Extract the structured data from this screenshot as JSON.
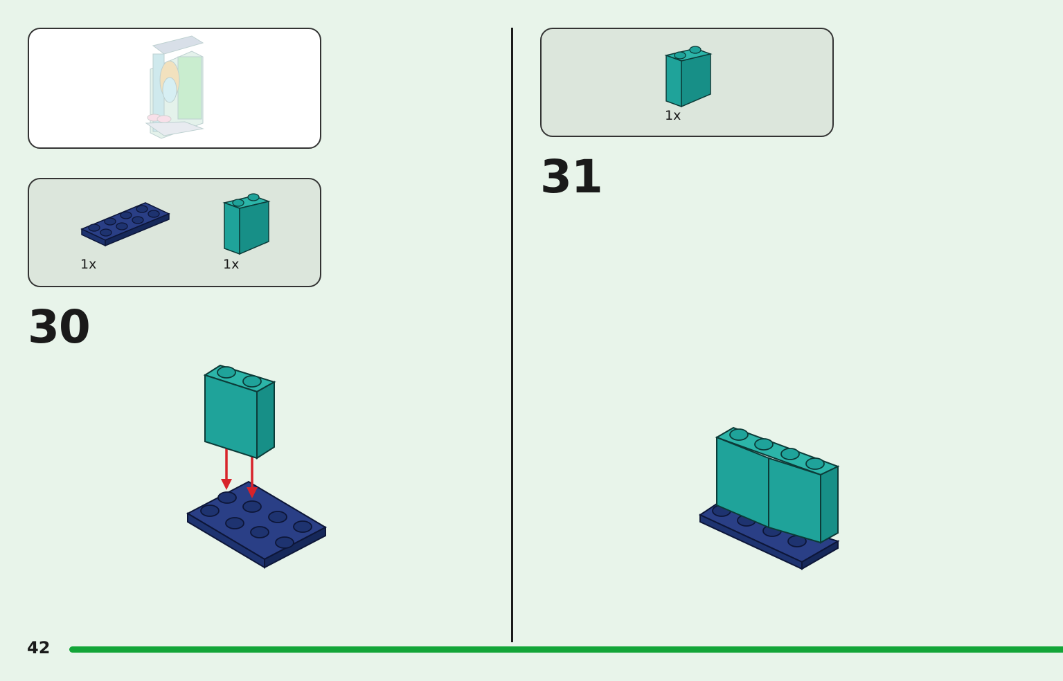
{
  "page": {
    "number": "42",
    "progress": 1
  },
  "step_30": {
    "number": "30",
    "parts": [
      {
        "qty": "1x",
        "piece": "dark-blue-plate-2x4"
      },
      {
        "qty": "1x",
        "piece": "teal-brick-1x2x2"
      }
    ]
  },
  "step_31": {
    "number": "31",
    "parts": [
      {
        "qty": "1x",
        "piece": "teal-brick-1x2x2"
      }
    ]
  },
  "colors": {
    "background": "#e8f4ea",
    "teal": "#1fa39a",
    "dark_blue": "#1e3370",
    "arrow": "#d8232a",
    "progress_bar": "#13a538"
  }
}
